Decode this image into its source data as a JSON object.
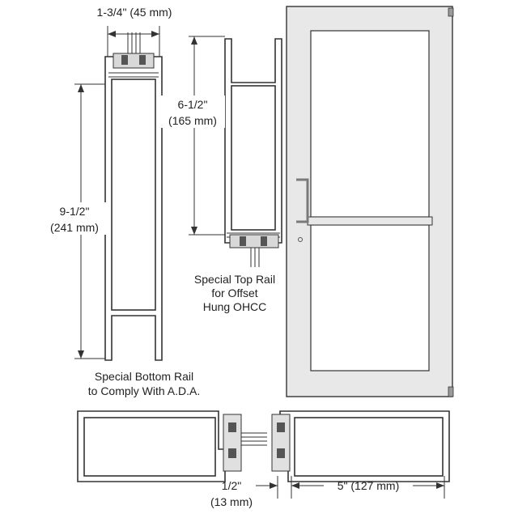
{
  "colors": {
    "line": "#333333",
    "text": "#222222",
    "door_frame": "#e8e8e8",
    "glass": "#ffffff",
    "hardware": "#9a9a9a"
  },
  "dimensions": {
    "bottom_rail_width": "1-3/4\" (45 mm)",
    "bottom_rail_height_in": "9-1/2\"",
    "bottom_rail_height_mm": "(241 mm)",
    "top_rail_height_in": "6-1/2\"",
    "top_rail_height_mm": "(165 mm)",
    "stile_offset_in": "1/2\"",
    "stile_offset_mm": "(13 mm)",
    "stile_width": "5\" (127 mm)"
  },
  "captions": {
    "bottom_rail_line1": "Special Bottom Rail",
    "bottom_rail_line2": "to Comply With A.D.A.",
    "top_rail_line1": "Special Top Rail",
    "top_rail_line2": "for Offset",
    "top_rail_line3": "Hung OHCC"
  }
}
